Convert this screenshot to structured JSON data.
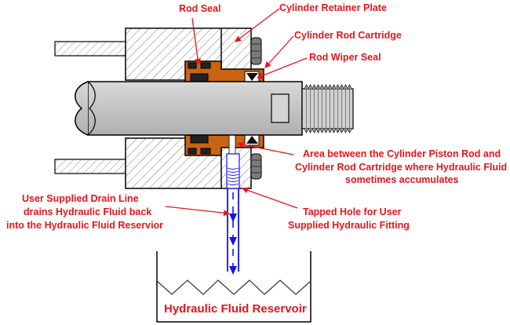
{
  "labels": {
    "rod_seal": "Rod Seal",
    "retainer_plate": "Cylinder Retainer Plate",
    "rod_cartridge": "Cylinder Rod Cartridge",
    "wiper_seal": "Rod Wiper Seal",
    "area_line1": "Area between the Cylinder Piston Rod and",
    "area_line2": "Cylinder Rod Cartridge where Hydraulic Fluid",
    "area_line3": "sometimes accumulates",
    "drain_line1": "User Supplied Drain Line",
    "drain_line2": "drains Hydraulic Fluid back",
    "drain_line3": "into the Hydraulic Fluid Reservior",
    "tapped_line1": "Tapped Hole for User",
    "tapped_line2": "Supplied Hydraulic Fitting",
    "reservoir": "Hydraulic Fluid Reservoir"
  },
  "colors": {
    "label": "#e8141b",
    "cartridge": "#c86414",
    "rod": "#c8c8c8",
    "drain": "#1414e6",
    "outline": "#000000"
  }
}
